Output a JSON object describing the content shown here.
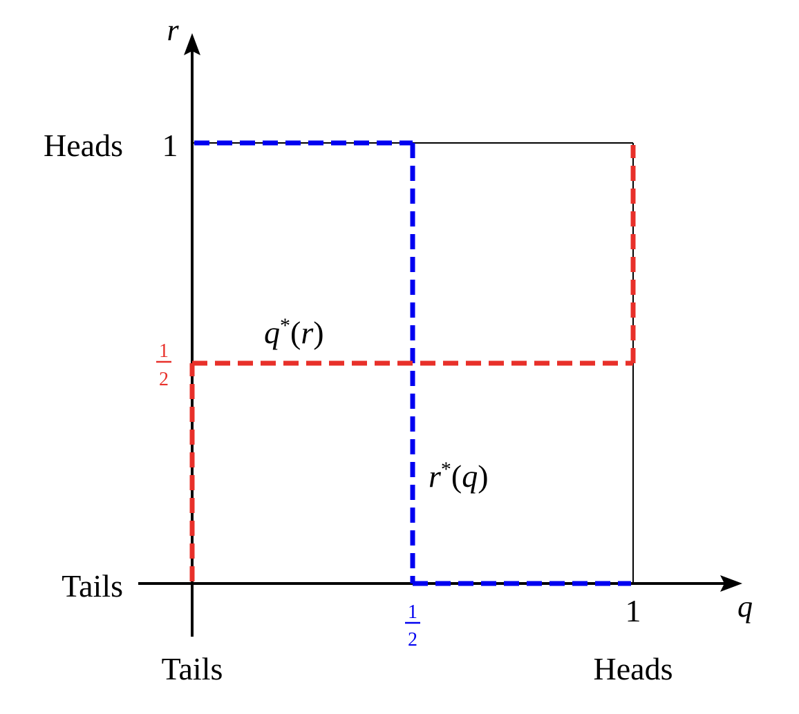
{
  "axes": {
    "x_symbol": "q",
    "y_symbol": "r",
    "x_tick_one": "1",
    "y_tick_one": "1",
    "x_left_label": "Tails",
    "x_right_label": "Heads",
    "y_bottom_label": "Tails",
    "y_top_label": "Heads"
  },
  "half_ticks": {
    "x_num": "1",
    "x_den": "2",
    "y_num": "1",
    "y_den": "2"
  },
  "curves": {
    "q_star": {
      "name": "q",
      "star": "*",
      "arg": "r",
      "color": "#e8302a"
    },
    "r_star": {
      "name": "r",
      "star": "*",
      "arg": "q",
      "color": "#0000f0"
    }
  },
  "colors": {
    "axis": "#000000",
    "red": "#e8302a",
    "blue": "#0000f0"
  }
}
